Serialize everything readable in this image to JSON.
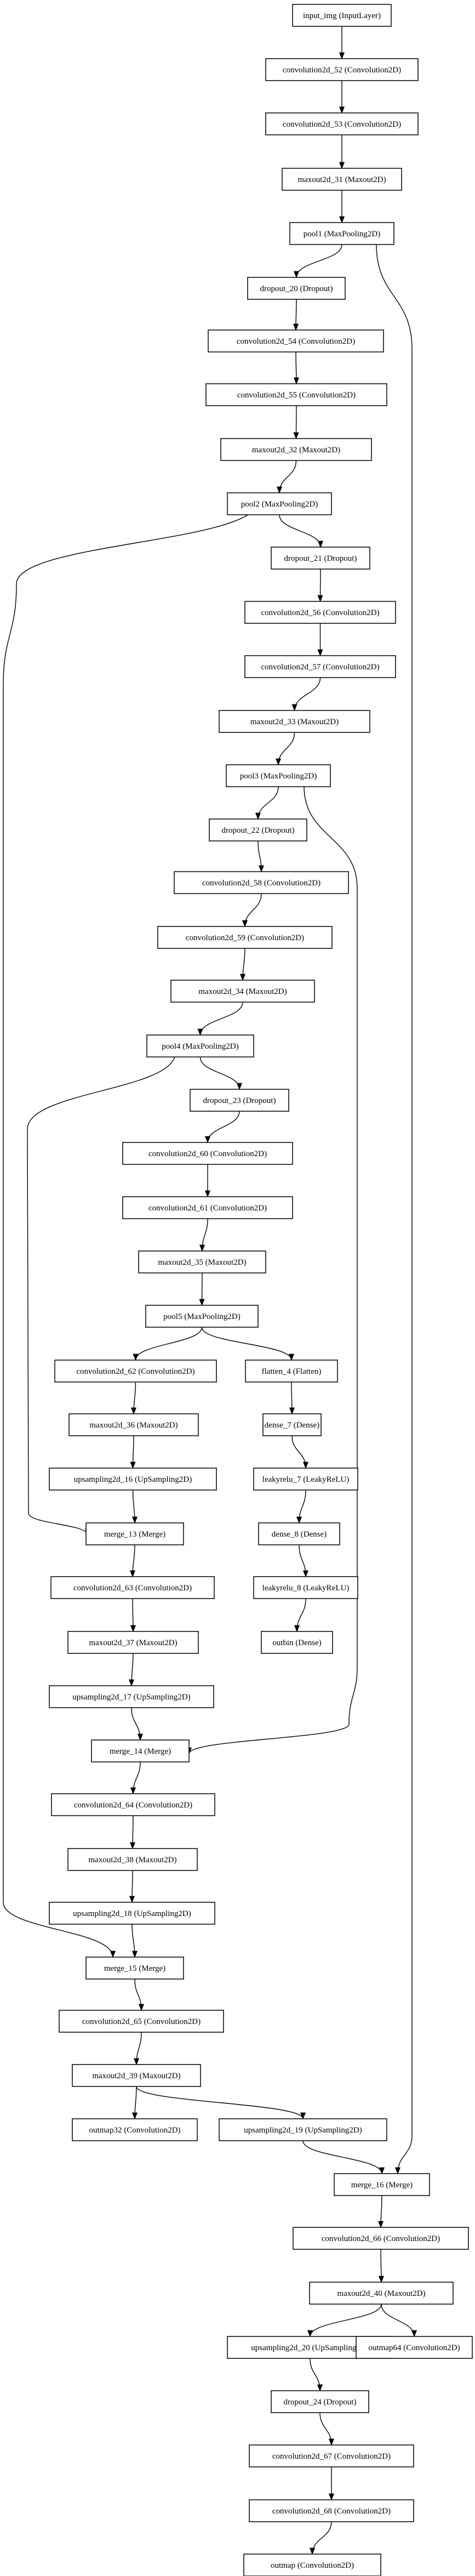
{
  "diagram": {
    "nodes": [
      {
        "id": "n01",
        "label": "input_img (InputLayer)"
      },
      {
        "id": "n02",
        "label": "convolution2d_52 (Convolution2D)"
      },
      {
        "id": "n03",
        "label": "convolution2d_53 (Convolution2D)"
      },
      {
        "id": "n04",
        "label": "maxout2d_31 (Maxout2D)"
      },
      {
        "id": "n05",
        "label": "pool1 (MaxPooling2D)"
      },
      {
        "id": "n06",
        "label": "dropout_20 (Dropout)"
      },
      {
        "id": "n07",
        "label": "convolution2d_54 (Convolution2D)"
      },
      {
        "id": "n08",
        "label": "convolution2d_55 (Convolution2D)"
      },
      {
        "id": "n09",
        "label": "maxout2d_32 (Maxout2D)"
      },
      {
        "id": "n10",
        "label": "pool2 (MaxPooling2D)"
      },
      {
        "id": "n11",
        "label": "dropout_21 (Dropout)"
      },
      {
        "id": "n12",
        "label": "convolution2d_56 (Convolution2D)"
      },
      {
        "id": "n13",
        "label": "convolution2d_57 (Convolution2D)"
      },
      {
        "id": "n14",
        "label": "maxout2d_33 (Maxout2D)"
      },
      {
        "id": "n15",
        "label": "pool3 (MaxPooling2D)"
      },
      {
        "id": "n16",
        "label": "dropout_22 (Dropout)"
      },
      {
        "id": "n17",
        "label": "convolution2d_58 (Convolution2D)"
      },
      {
        "id": "n18",
        "label": "convolution2d_59 (Convolution2D)"
      },
      {
        "id": "n19",
        "label": "maxout2d_34 (Maxout2D)"
      },
      {
        "id": "n20",
        "label": "pool4 (MaxPooling2D)"
      },
      {
        "id": "n21",
        "label": "dropout_23 (Dropout)"
      },
      {
        "id": "n22",
        "label": "convolution2d_60 (Convolution2D)"
      },
      {
        "id": "n23",
        "label": "convolution2d_61 (Convolution2D)"
      },
      {
        "id": "n24",
        "label": "maxout2d_35 (Maxout2D)"
      },
      {
        "id": "n25",
        "label": "pool5 (MaxPooling2D)"
      },
      {
        "id": "n26",
        "label": "convolution2d_62 (Convolution2D)"
      },
      {
        "id": "n27",
        "label": "flatten_4 (Flatten)"
      },
      {
        "id": "n28",
        "label": "maxout2d_36 (Maxout2D)"
      },
      {
        "id": "n29",
        "label": "dense_7 (Dense)"
      },
      {
        "id": "n30",
        "label": "upsampling2d_16 (UpSampling2D)"
      },
      {
        "id": "n31",
        "label": "leakyrelu_7 (LeakyReLU)"
      },
      {
        "id": "n32",
        "label": "merge_13 (Merge)"
      },
      {
        "id": "n33",
        "label": "dense_8 (Dense)"
      },
      {
        "id": "n34",
        "label": "convolution2d_63 (Convolution2D)"
      },
      {
        "id": "n35",
        "label": "leakyrelu_8 (LeakyReLU)"
      },
      {
        "id": "n36",
        "label": "maxout2d_37 (Maxout2D)"
      },
      {
        "id": "n37",
        "label": "outbin (Dense)"
      },
      {
        "id": "n38",
        "label": "upsampling2d_17 (UpSampling2D)"
      },
      {
        "id": "n39",
        "label": "merge_14 (Merge)"
      },
      {
        "id": "n40",
        "label": "convolution2d_64 (Convolution2D)"
      },
      {
        "id": "n41",
        "label": "maxout2d_38 (Maxout2D)"
      },
      {
        "id": "n42",
        "label": "upsampling2d_18 (UpSampling2D)"
      },
      {
        "id": "n43",
        "label": "merge_15 (Merge)"
      },
      {
        "id": "n44",
        "label": "convolution2d_65 (Convolution2D)"
      },
      {
        "id": "n45",
        "label": "maxout2d_39 (Maxout2D)"
      },
      {
        "id": "n46",
        "label": "outmap32 (Convolution2D)"
      },
      {
        "id": "n47",
        "label": "upsampling2d_19 (UpSampling2D)"
      },
      {
        "id": "n48",
        "label": "merge_16 (Merge)"
      },
      {
        "id": "n49",
        "label": "convolution2d_66 (Convolution2D)"
      },
      {
        "id": "n50",
        "label": "maxout2d_40 (Maxout2D)"
      },
      {
        "id": "n51",
        "label": "upsampling2d_20 (UpSampling2D)"
      },
      {
        "id": "n52",
        "label": "outmap64 (Convolution2D)"
      },
      {
        "id": "n53",
        "label": "dropout_24 (Dropout)"
      },
      {
        "id": "n54",
        "label": "convolution2d_67 (Convolution2D)"
      },
      {
        "id": "n55",
        "label": "convolution2d_68 (Convolution2D)"
      },
      {
        "id": "n56",
        "label": "outmap (Convolution2D)"
      }
    ],
    "edges": [
      [
        "n01",
        "n02"
      ],
      [
        "n02",
        "n03"
      ],
      [
        "n03",
        "n04"
      ],
      [
        "n04",
        "n05"
      ],
      [
        "n05",
        "n06"
      ],
      [
        "n05",
        "n48"
      ],
      [
        "n06",
        "n07"
      ],
      [
        "n07",
        "n08"
      ],
      [
        "n08",
        "n09"
      ],
      [
        "n09",
        "n10"
      ],
      [
        "n10",
        "n11"
      ],
      [
        "n10",
        "n43"
      ],
      [
        "n11",
        "n12"
      ],
      [
        "n12",
        "n13"
      ],
      [
        "n13",
        "n14"
      ],
      [
        "n14",
        "n15"
      ],
      [
        "n15",
        "n16"
      ],
      [
        "n15",
        "n39"
      ],
      [
        "n16",
        "n17"
      ],
      [
        "n17",
        "n18"
      ],
      [
        "n18",
        "n19"
      ],
      [
        "n19",
        "n20"
      ],
      [
        "n20",
        "n21"
      ],
      [
        "n20",
        "n32"
      ],
      [
        "n21",
        "n22"
      ],
      [
        "n22",
        "n23"
      ],
      [
        "n23",
        "n24"
      ],
      [
        "n24",
        "n25"
      ],
      [
        "n25",
        "n26"
      ],
      [
        "n25",
        "n27"
      ],
      [
        "n26",
        "n28"
      ],
      [
        "n28",
        "n30"
      ],
      [
        "n30",
        "n32"
      ],
      [
        "n27",
        "n29"
      ],
      [
        "n29",
        "n31"
      ],
      [
        "n31",
        "n33"
      ],
      [
        "n33",
        "n35"
      ],
      [
        "n35",
        "n37"
      ],
      [
        "n32",
        "n34"
      ],
      [
        "n34",
        "n36"
      ],
      [
        "n36",
        "n38"
      ],
      [
        "n38",
        "n39"
      ],
      [
        "n39",
        "n40"
      ],
      [
        "n40",
        "n41"
      ],
      [
        "n41",
        "n42"
      ],
      [
        "n42",
        "n43"
      ],
      [
        "n43",
        "n44"
      ],
      [
        "n44",
        "n45"
      ],
      [
        "n45",
        "n46"
      ],
      [
        "n45",
        "n47"
      ],
      [
        "n47",
        "n48"
      ],
      [
        "n48",
        "n49"
      ],
      [
        "n49",
        "n50"
      ],
      [
        "n50",
        "n51"
      ],
      [
        "n50",
        "n52"
      ],
      [
        "n51",
        "n53"
      ],
      [
        "n53",
        "n54"
      ],
      [
        "n54",
        "n55"
      ],
      [
        "n55",
        "n56"
      ]
    ]
  }
}
